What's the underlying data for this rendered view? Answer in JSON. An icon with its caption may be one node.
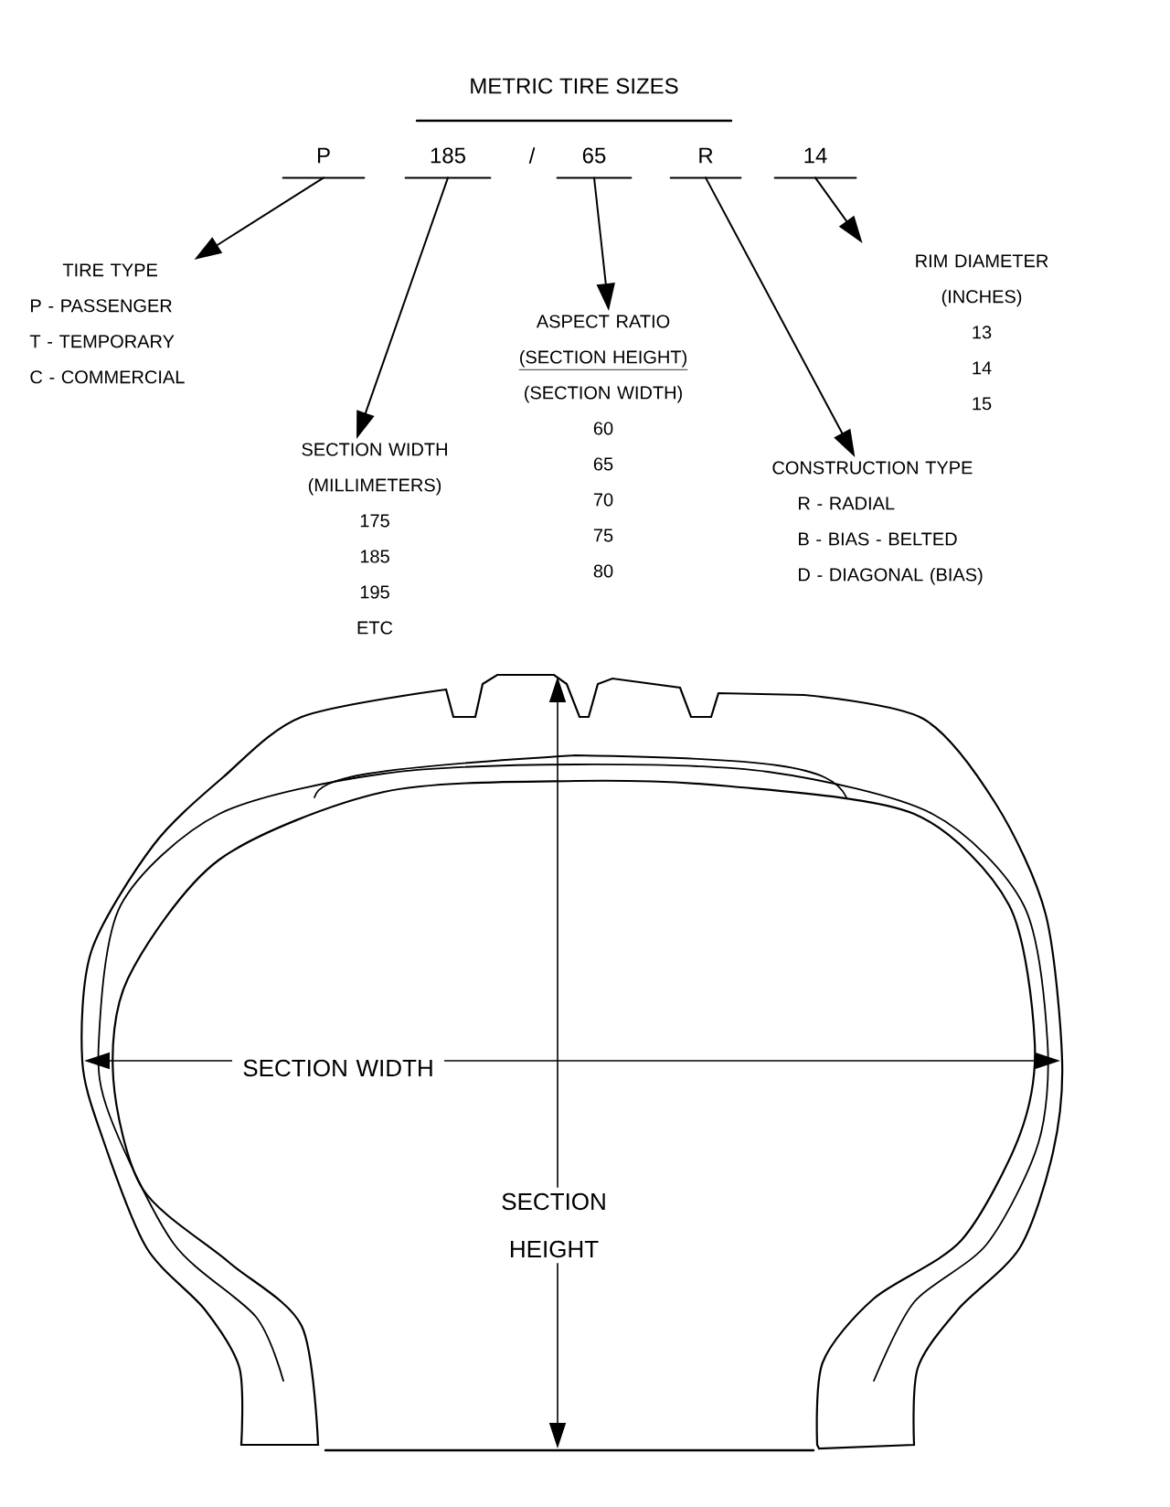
{
  "diagram": {
    "title": "METRIC TIRE SIZES",
    "nodes": [
      {
        "text": [
          "P"
        ]
      },
      {
        "text": [
          "185"
        ]
      },
      {
        "text": [
          "65"
        ]
      },
      {
        "text": [
          "R"
        ]
      },
      {
        "text": [
          "14"
        ]
      },
      {
        "text": [
          "TIRE TYPE",
          "P - PASSENGER",
          "T - TEMPORARY",
          "C - COMMERCIAL"
        ]
      },
      {
        "text": [
          "SECTION WIDTH (MILLIMETERS)",
          "175",
          "185",
          "195",
          "ETC"
        ]
      },
      {
        "text": [
          "ASPECT RATIO",
          "(SECTION HEIGHT)",
          "(SECTION WIDTH)",
          "60",
          "65",
          "70",
          "75",
          "80"
        ]
      },
      {
        "text": [
          "CONSTRUCTION TYPE",
          "R - RADIAL",
          "B - BIAS - BELTED",
          "D - DIAGONAL (BIAS)"
        ]
      },
      {
        "text": [
          "RIM DIAMETER (INCHES)",
          "13",
          "14",
          "15"
        ]
      }
    ],
    "edges": [
      {
        "from": 0,
        "to": 5,
        "arrow": "to"
      },
      {
        "from": 1,
        "to": 6,
        "arrow": "to"
      },
      {
        "from": 2,
        "to": 7,
        "arrow": "to"
      },
      {
        "from": 3,
        "to": 8,
        "arrow": "to"
      },
      {
        "from": 4,
        "to": 9,
        "arrow": "to"
      }
    ],
    "labels": [
      "/",
      "SECTION WIDTH",
      "SECTION HEIGHT"
    ]
  }
}
